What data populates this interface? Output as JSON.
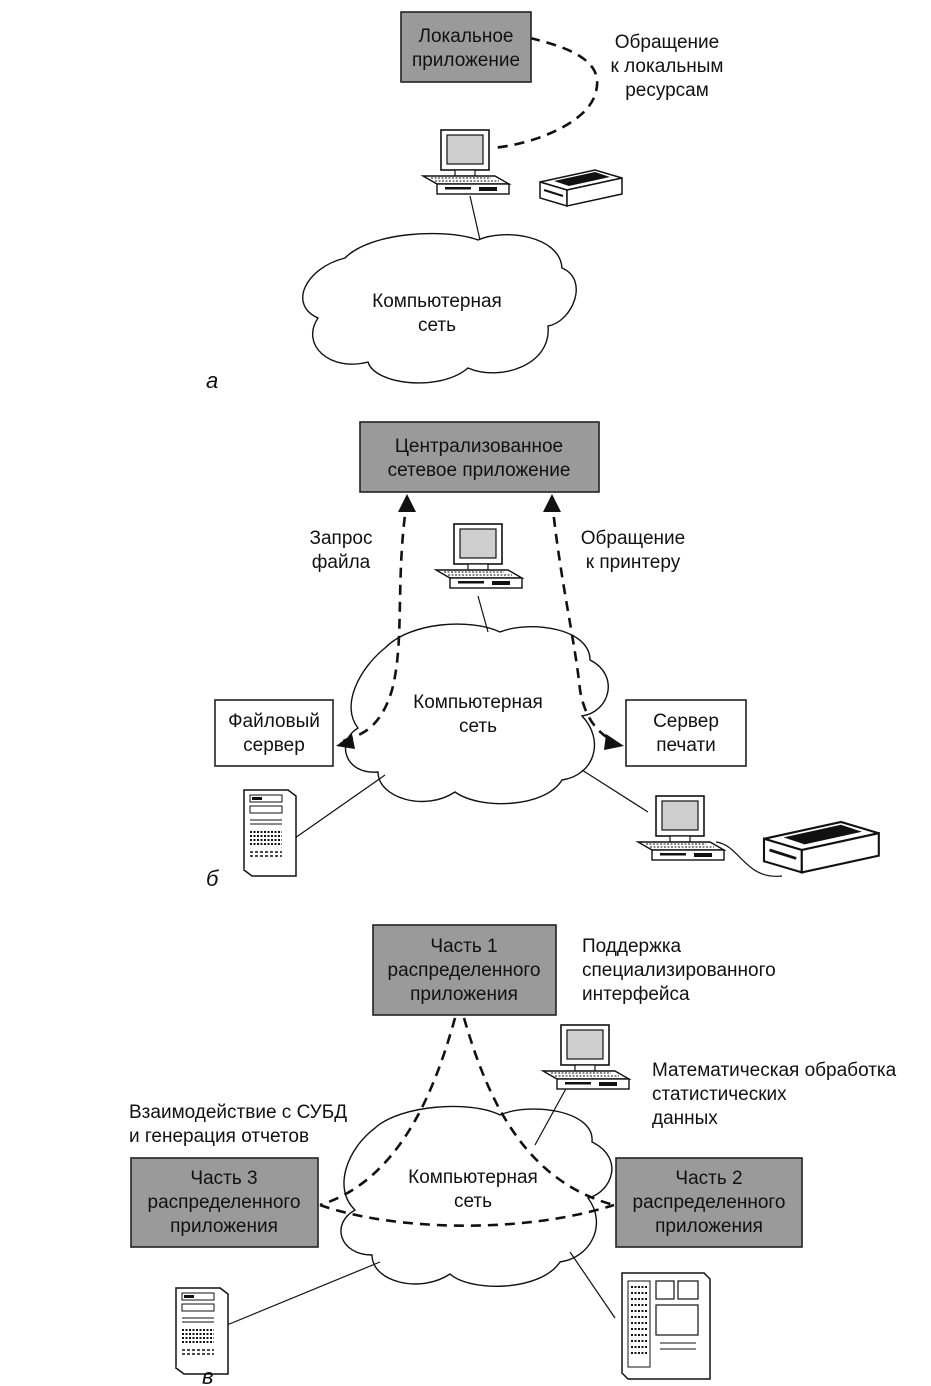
{
  "panel_a": {
    "label": "а",
    "local_app": [
      "Локальное",
      "приложение"
    ],
    "resource_access": [
      "Обращение",
      "к локальным",
      "ресурсам"
    ],
    "network": [
      "Компьютерная",
      "сеть"
    ],
    "icons": [
      "workstation-icon",
      "printer-icon"
    ]
  },
  "panel_b": {
    "label": "б",
    "central_app": [
      "Централизованное",
      "сетевое приложение"
    ],
    "file_request": [
      "Запрос",
      "файла"
    ],
    "printer_access": [
      "Обращение",
      "к принтеру"
    ],
    "network": [
      "Компьютерная",
      "сеть"
    ],
    "file_server": [
      "Файловый",
      "сервер"
    ],
    "print_server": [
      "Сервер",
      "печати"
    ],
    "icons": [
      "workstation-icon",
      "tower-server-icon",
      "workstation-icon",
      "printer-icon"
    ]
  },
  "panel_c": {
    "label": "в",
    "part1": [
      "Часть 1",
      "распределенного",
      "приложения"
    ],
    "part1_note": [
      "Поддержка",
      "специализированного",
      "интерфейса"
    ],
    "part2": [
      "Часть 2",
      "распределенного",
      "приложения"
    ],
    "part2_note": [
      "Математическая обработка",
      "статистических",
      "данных"
    ],
    "part3": [
      "Часть 3",
      "распределенного",
      "приложения"
    ],
    "part3_note": [
      "Взаимодействие с СУБД",
      "и генерация отчетов"
    ],
    "network": [
      "Компьютерная",
      "сеть"
    ],
    "icons": [
      "workstation-icon",
      "tower-server-icon",
      "mainframe-icon"
    ]
  },
  "colors": {
    "box_fill": "#9a9a9a",
    "line": "#111111",
    "background": "#ffffff"
  }
}
